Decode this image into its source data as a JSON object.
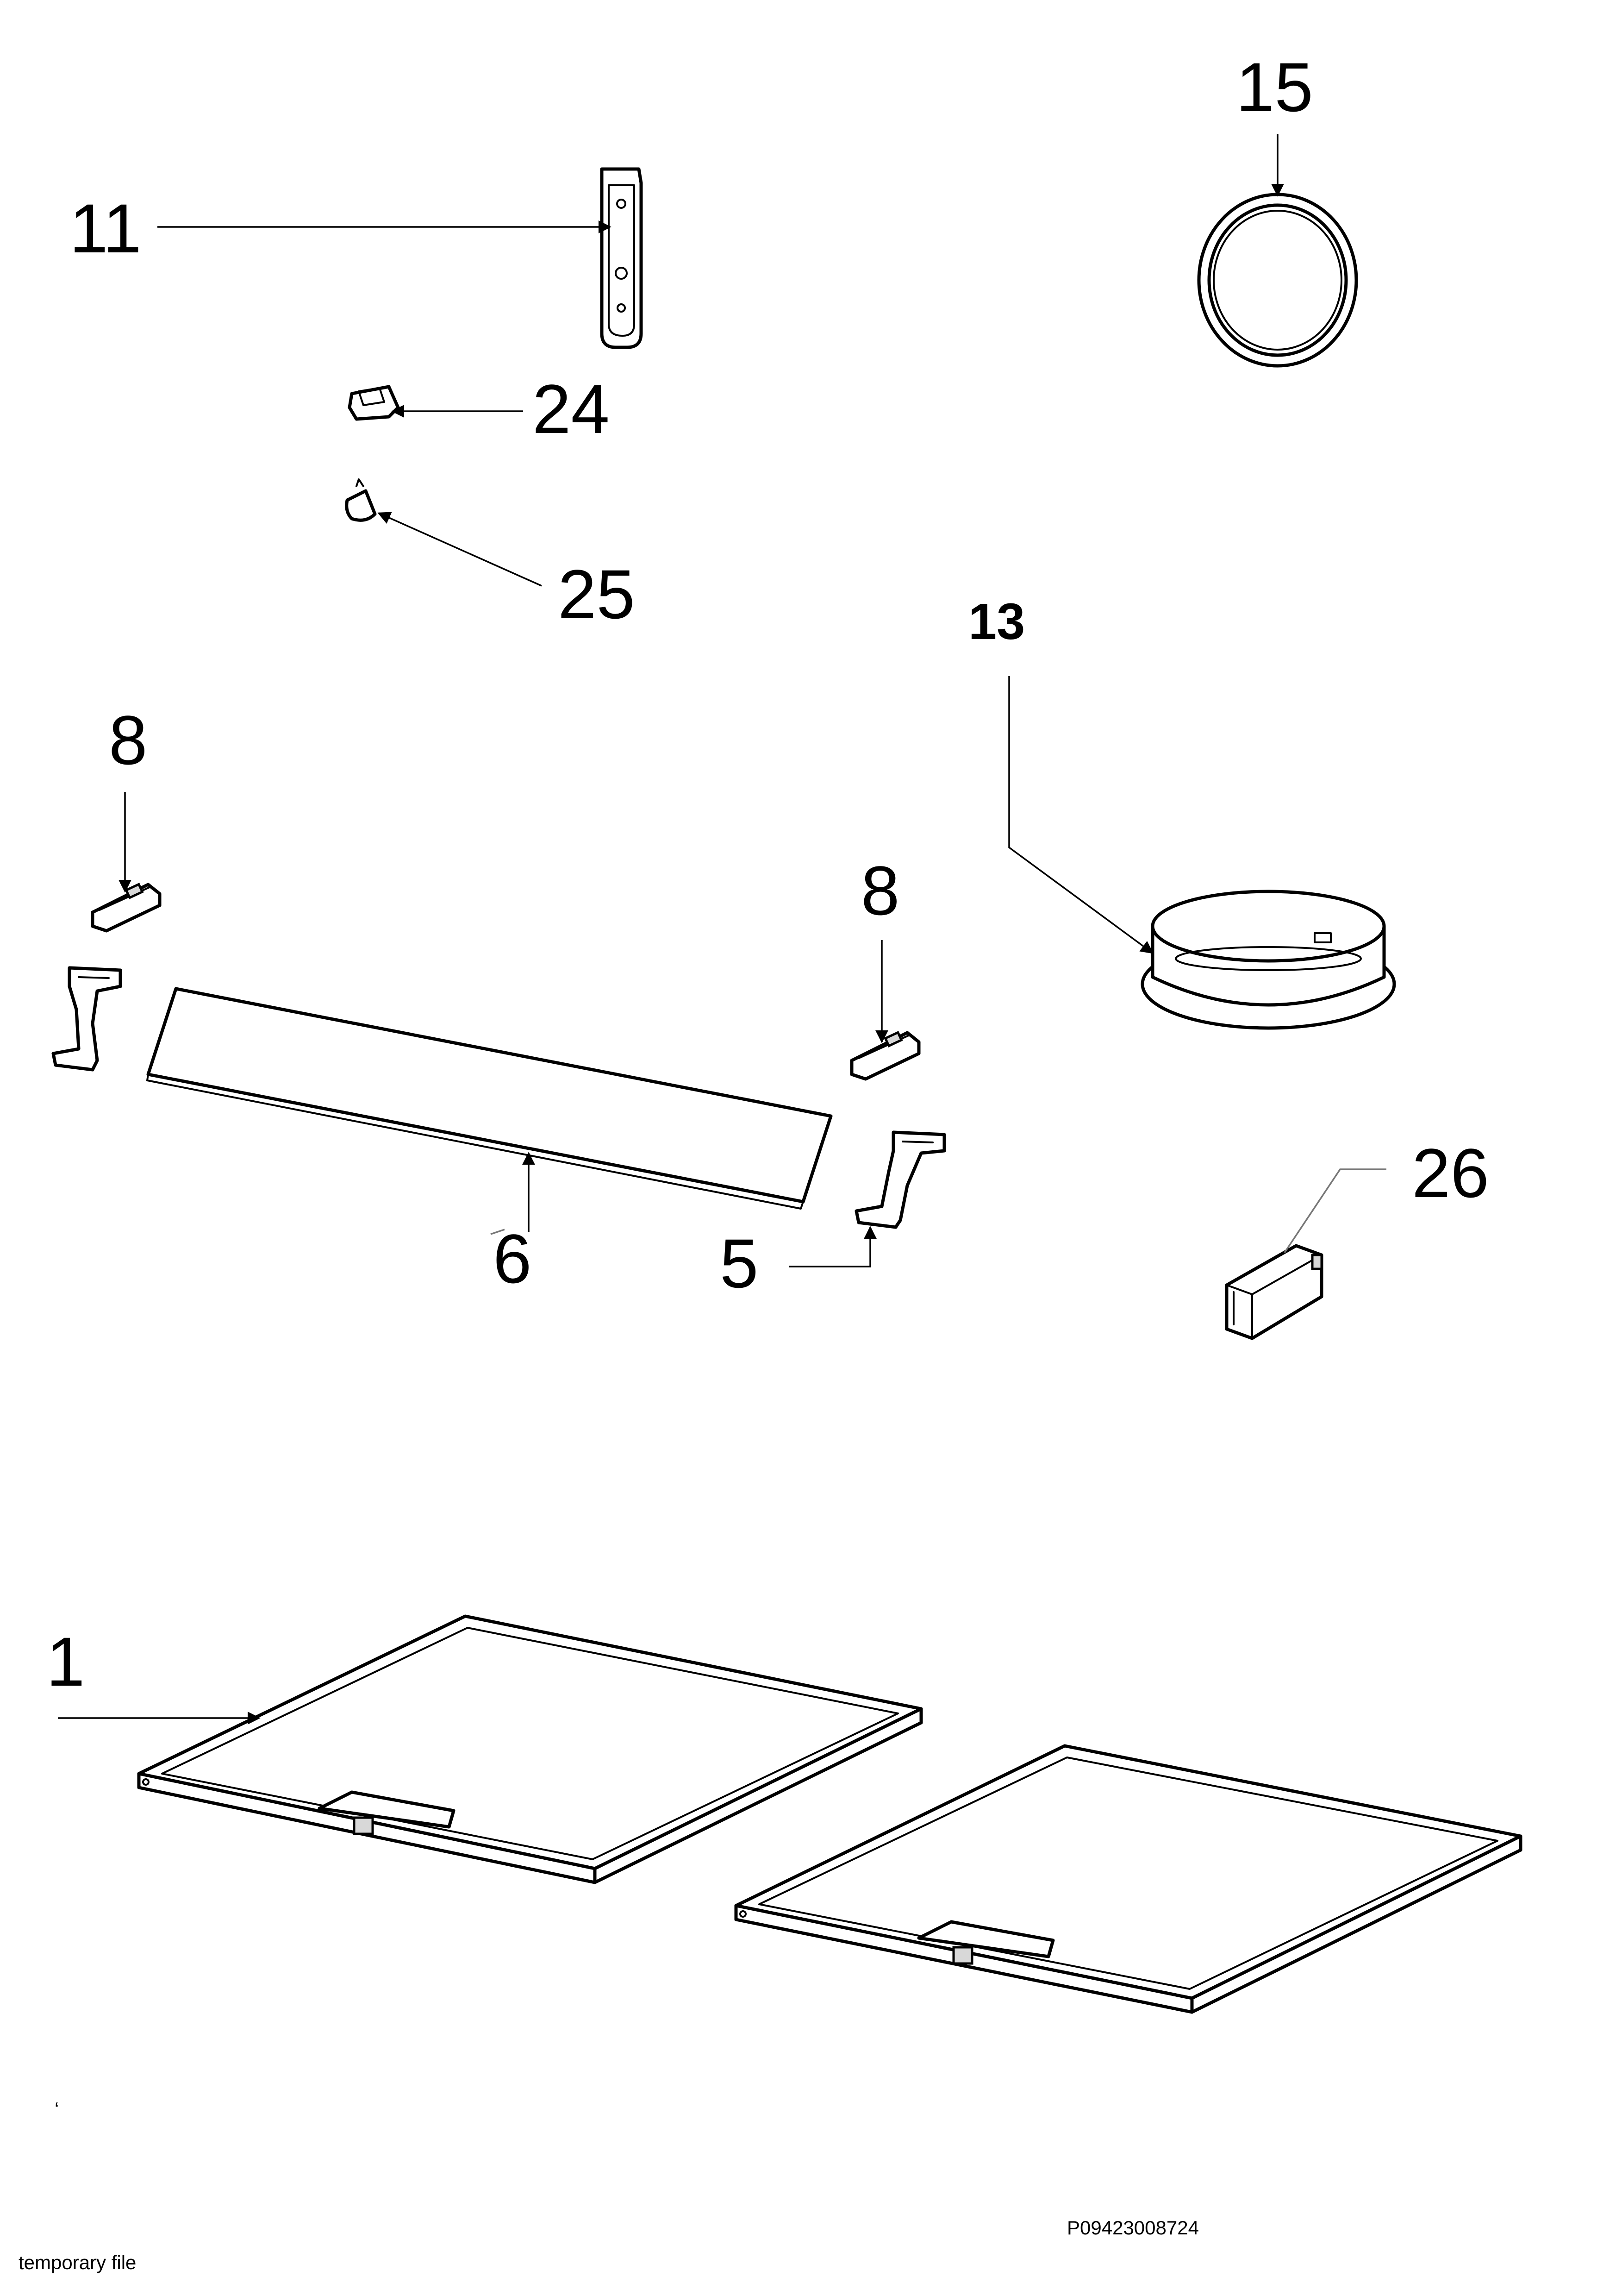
{
  "labels": {
    "l11": "11",
    "l15": "15",
    "l24": "24",
    "l25": "25",
    "l13": "13",
    "l8a": "8",
    "l8b": "8",
    "l26": "26",
    "l6": "6",
    "l5": "5",
    "l1": "1"
  },
  "footer": {
    "code": "P09423008724",
    "note": "temporary file",
    "mark": "ʻ"
  }
}
